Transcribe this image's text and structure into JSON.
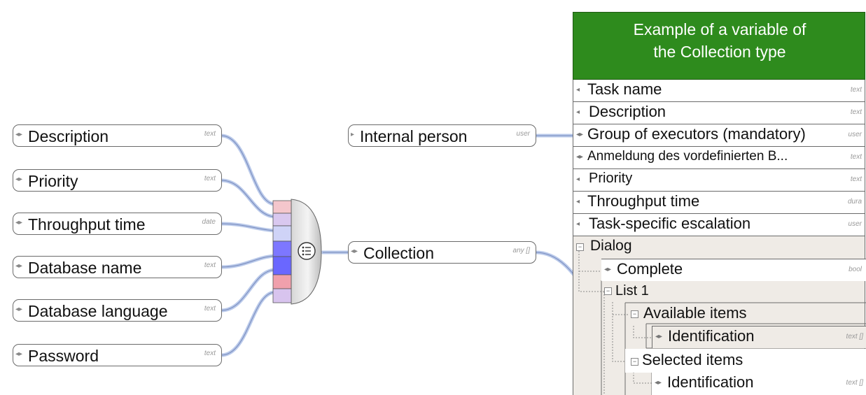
{
  "inputs": [
    {
      "label": "Description",
      "type": "text"
    },
    {
      "label": "Priority",
      "type": "text"
    },
    {
      "label": "Throughput time",
      "type": "date"
    },
    {
      "label": "Database name",
      "type": "text"
    },
    {
      "label": "Database language",
      "type": "text"
    },
    {
      "label": "Password",
      "type": "text"
    }
  ],
  "middle": {
    "internal_person": {
      "label": "Internal person",
      "type": "user"
    },
    "collection": {
      "label": "Collection",
      "type": "any []"
    }
  },
  "panel": {
    "title_line1": "Example of a variable of",
    "title_line2": "the Collection type",
    "rows": [
      {
        "label": "Task name",
        "type": "text"
      },
      {
        "label": "Description",
        "type": "text"
      },
      {
        "label": "Group of executors (mandatory)",
        "type": "user"
      },
      {
        "label": "Anmeldung des vordefinierten B...",
        "type": "text"
      },
      {
        "label": "Priority",
        "type": "text"
      },
      {
        "label": "Throughput time",
        "type": "dura"
      },
      {
        "label": "Task-specific escalation",
        "type": "user"
      }
    ],
    "tree": [
      {
        "label": "Dialog",
        "type": ""
      },
      {
        "label": "Complete",
        "type": "bool"
      },
      {
        "label": "List 1",
        "type": ""
      },
      {
        "label": "Available items",
        "type": ""
      },
      {
        "label": "Identification",
        "type": "text []"
      },
      {
        "label": "Selected items",
        "type": ""
      },
      {
        "label": "Identification",
        "type": "text []"
      }
    ]
  },
  "colors": {
    "header_green": "#2e8b1d",
    "wire": "#b9c9ea",
    "node_fill": "#ffffff",
    "tree_fill": "#efebe6",
    "mapping_slots": [
      "#f4c6cc",
      "#d9c8ef",
      "#cfd3f7",
      "#7d77ff",
      "#6a67ff",
      "#f0a0ac",
      "#d8c4ee"
    ]
  },
  "icons": [
    "mapping-list-icon",
    "port-arrow-icon",
    "tree-toggle-icon"
  ]
}
